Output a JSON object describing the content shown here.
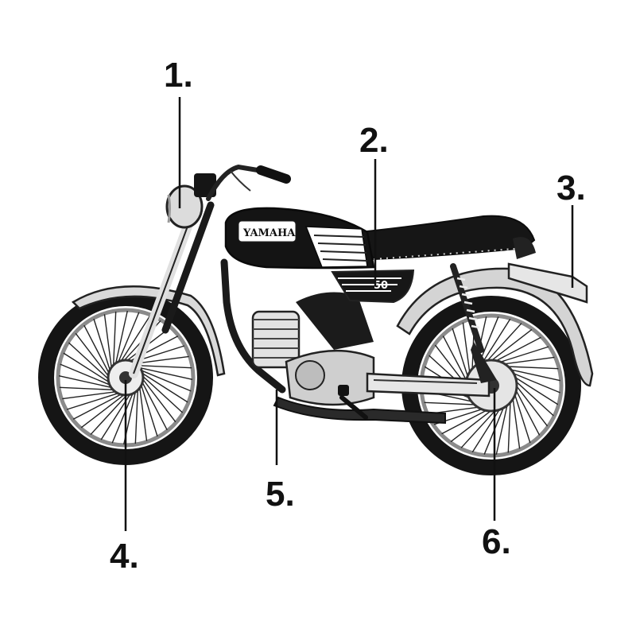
{
  "diagram": {
    "tank_brand": "YAMAHA",
    "side_badge": "50",
    "callouts": [
      {
        "id": 1,
        "label": "1."
      },
      {
        "id": 2,
        "label": "2."
      },
      {
        "id": 3,
        "label": "3."
      },
      {
        "id": 4,
        "label": "4."
      },
      {
        "id": 5,
        "label": "5."
      },
      {
        "id": 6,
        "label": "6."
      }
    ]
  },
  "colors": {
    "ink": "#111111",
    "chrome": "#d6d6d6",
    "background": "#ffffff"
  }
}
